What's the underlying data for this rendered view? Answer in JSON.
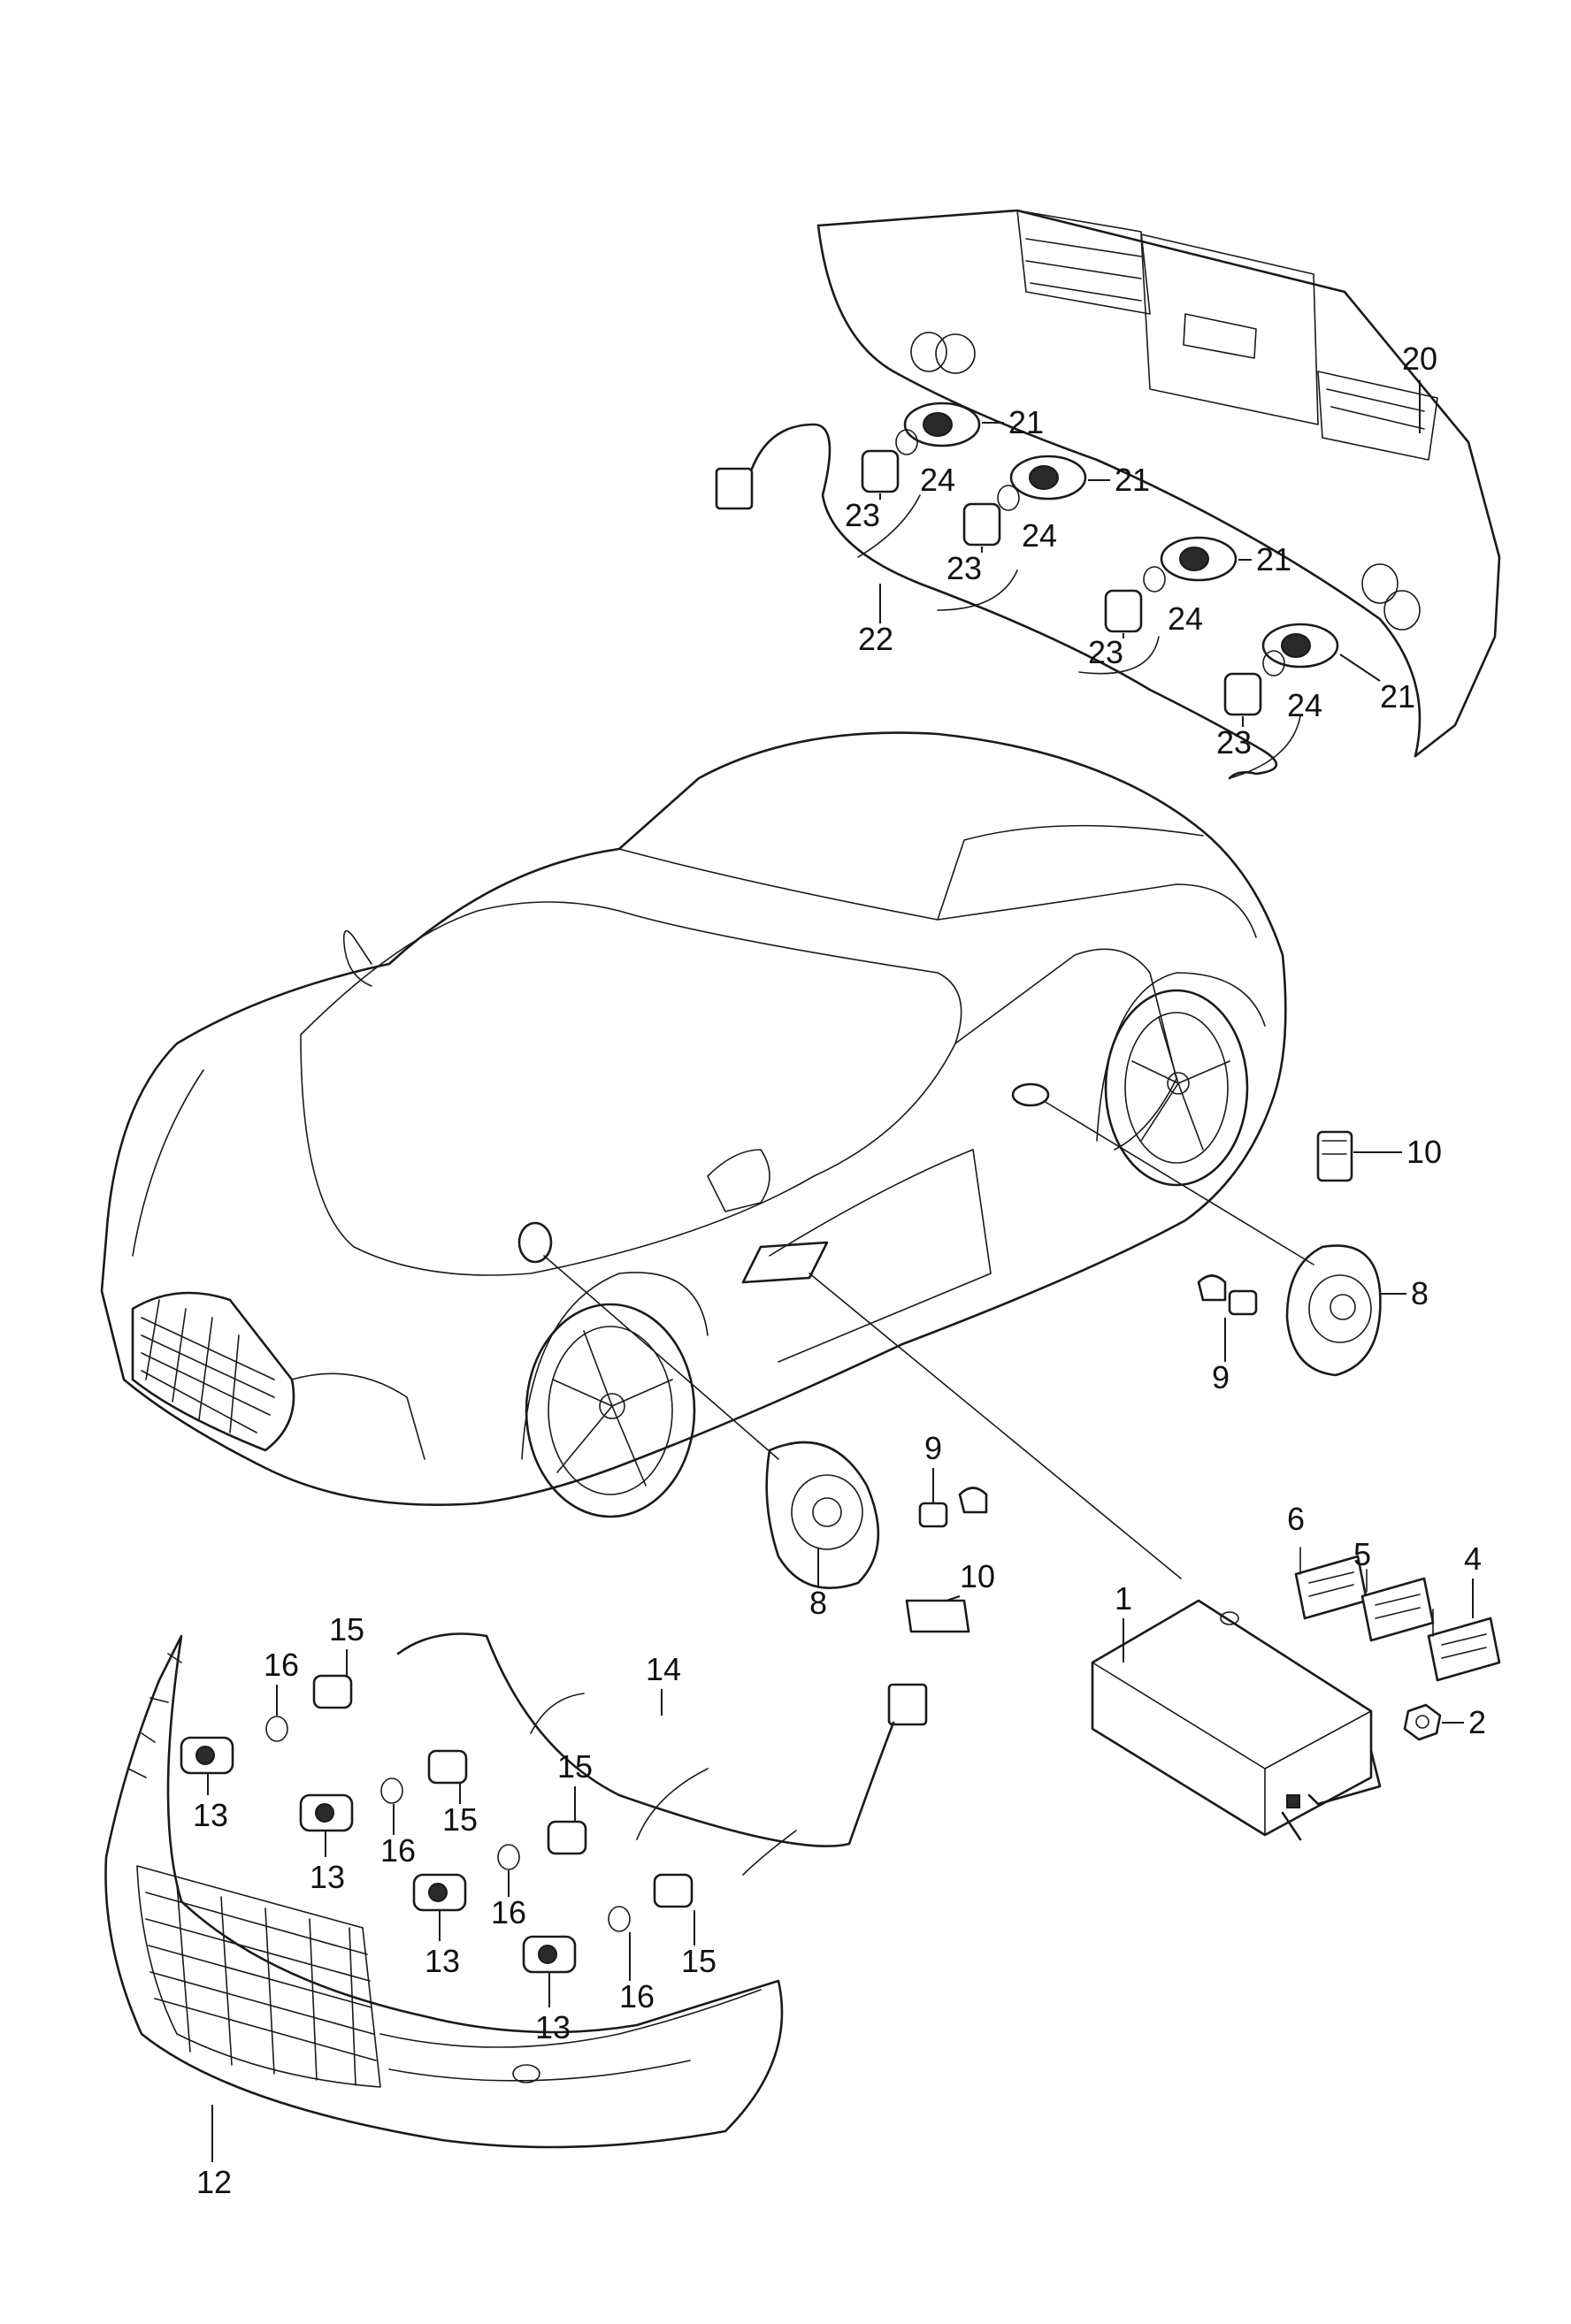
{
  "callouts": [
    "1",
    "2",
    "4",
    "5",
    "6",
    "8",
    "9",
    "10",
    "12",
    "13",
    "14",
    "15",
    "16",
    "20",
    "21",
    "22",
    "23",
    "24"
  ],
  "colors": {
    "ink": "#1a1a1a",
    "background": "#ffffff"
  }
}
